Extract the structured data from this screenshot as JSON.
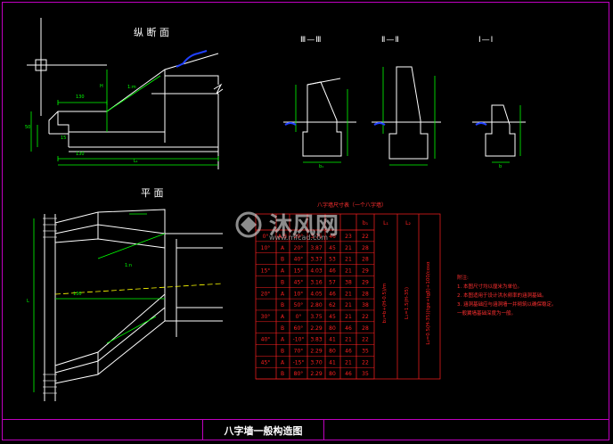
{
  "drawing": {
    "title": "八字墙一般构造图",
    "views": {
      "longitudinal": "纵 断 面",
      "plan": "平 面",
      "section_3": "Ⅲ—Ⅲ",
      "section_2": "Ⅱ—Ⅱ",
      "section_1": "Ⅰ—Ⅰ"
    },
    "watermark": {
      "text": "沐风网",
      "url": "www.mfcad.com"
    },
    "table_caption": "八字墙尺寸表（一个八字墙）",
    "notes": [
      "附注:",
      "1. 本图尺寸均以厘米为单位。",
      "2. 本图适用于设计洪水频率的涵洞基础。",
      "3. 涵洞基础应与涵洞墙一并砌筑以确保稳定。",
      "   一般翼墙基础深度为一般。"
    ]
  },
  "table": {
    "headers": [
      "",
      "",
      "",
      "",
      "",
      "",
      "b₁",
      "L₁",
      "L₂"
    ],
    "rows": [
      [
        "0°",
        "A.B",
        "20°",
        "3.75",
        "46",
        "23",
        "22"
      ],
      [
        "10°",
        "A",
        "20°",
        "3.87",
        "45",
        "21",
        "28"
      ],
      [
        "",
        "B",
        "40°",
        "3.37",
        "53",
        "21",
        "28"
      ],
      [
        "15°",
        "A",
        "15°",
        "4.03",
        "46",
        "21",
        "29"
      ],
      [
        "",
        "B",
        "45°",
        "3.16",
        "57",
        "38",
        "29"
      ],
      [
        "20°",
        "A",
        "10°",
        "4.05",
        "46",
        "21",
        "28"
      ],
      [
        "",
        "B",
        "50°",
        "2.80",
        "62",
        "21",
        "38"
      ],
      [
        "30°",
        "A",
        "0°",
        "3.75",
        "45",
        "21",
        "22"
      ],
      [
        "",
        "B",
        "60°",
        "2.29",
        "80",
        "46",
        "28"
      ],
      [
        "40°",
        "A",
        "-10°",
        "3.83",
        "41",
        "21",
        "22"
      ],
      [
        "",
        "B",
        "70°",
        "2.29",
        "80",
        "46",
        "35"
      ],
      [
        "45°",
        "A",
        "-15°",
        "3.70",
        "41",
        "21",
        "22"
      ],
      [
        "",
        "B",
        "80°",
        "2.29",
        "80",
        "46",
        "35"
      ]
    ],
    "formula_b1": "b₁=b+(H-0.5)/m",
    "formula_l1": "L₁=1.5(H-35)",
    "formula_l2": "L₂=0.5(H-35)(tgα+tgβ)+100/cosα"
  },
  "dims": {
    "d130a": "130",
    "d130b": "130",
    "d130c": "130",
    "dL1": "L₁",
    "dH": "H",
    "dL": "L",
    "dm": "1:m",
    "dn": "1:n",
    "d15": "15",
    "d50": "50",
    "db": "b",
    "db1": "b₁"
  },
  "colors": {
    "line": "#ffffff",
    "dimension": "#00ff00",
    "frame": "#c000c0",
    "water": "#2040ff",
    "table": "#ff2020",
    "centerline": "#ffff00"
  }
}
